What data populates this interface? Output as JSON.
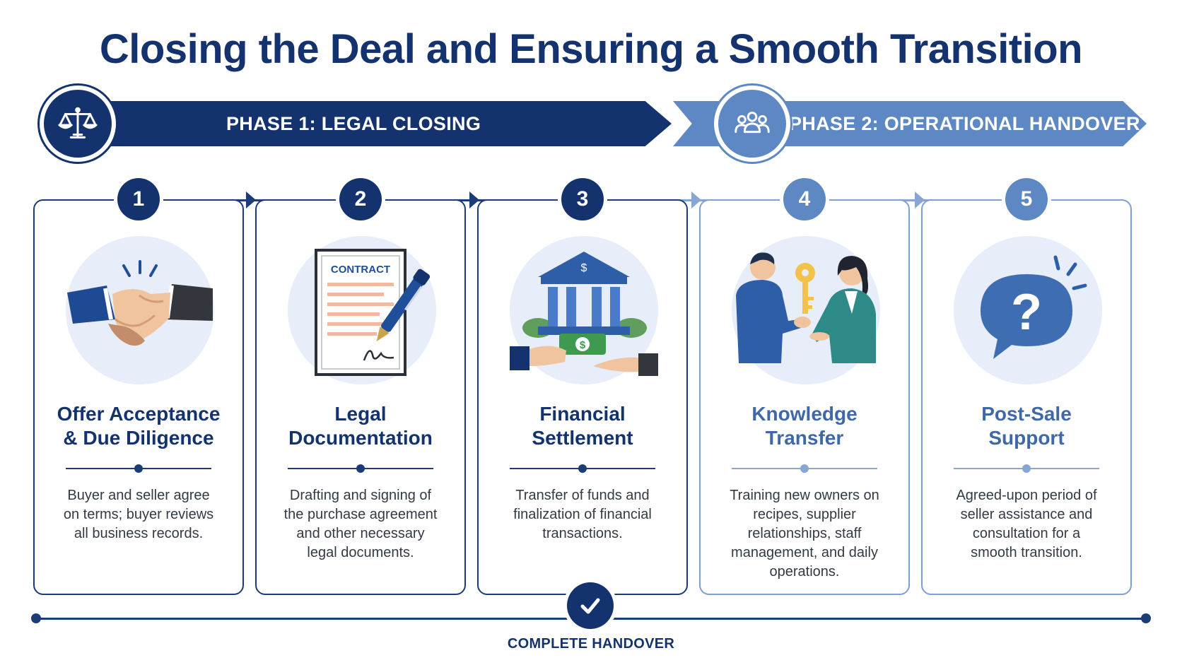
{
  "title": "Closing the Deal and Ensuring a Smooth Transition",
  "phases": [
    {
      "label": "PHASE 1: LEGAL CLOSING",
      "icon": "scales-icon",
      "color": "#14336e"
    },
    {
      "label": "PHASE 2: OPERATIONAL HANDOVER",
      "icon": "team-icon",
      "color": "#5d88c4"
    }
  ],
  "steps": [
    {
      "number": "1",
      "title_line1": "Offer Acceptance",
      "title_line2": "& Due Diligence",
      "icon": "handshake-icon",
      "description": [
        "Buyer and seller agree",
        "on terms; buyer reviews",
        "all business records."
      ]
    },
    {
      "number": "2",
      "title_line1": "Legal",
      "title_line2": "Documentation",
      "icon": "contract-icon",
      "contract_label": "CONTRACT",
      "description": [
        "Drafting and signing of",
        "the purchase agreement",
        "and other necessary",
        "legal documents."
      ]
    },
    {
      "number": "3",
      "title_line1": "Financial",
      "title_line2": "Settlement",
      "icon": "bank-icon",
      "description": [
        "Transfer of funds and",
        "finalization of financial",
        "transactions."
      ]
    },
    {
      "number": "4",
      "title_line1": "Knowledge",
      "title_line2": "Transfer",
      "icon": "key-handover-icon",
      "description": [
        "Training new owners on",
        "recipes, supplier",
        "relationships, staff",
        "management, and daily",
        "operations."
      ]
    },
    {
      "number": "5",
      "title_line1": "Post-Sale",
      "title_line2": "Support",
      "icon": "question-bubble-icon",
      "description": [
        "Agreed-upon period of",
        "seller assistance and",
        "consultation for a",
        "smooth transition."
      ]
    }
  ],
  "footer": {
    "label": "COMPLETE HANDOVER",
    "icon": "checkmark-icon"
  }
}
